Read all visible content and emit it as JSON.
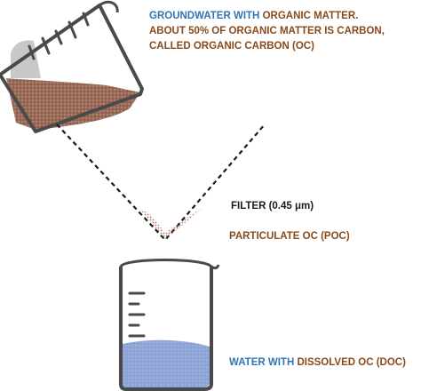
{
  "title_block": {
    "line1_part1": "GROUNDWATER WITH",
    "line1_part2": "ORGANIC MATTER.",
    "line2": "ABOUT 50% OF ORGANIC MATTER IS CARBON,",
    "line3": "CALLED ORGANIC CARBON (OC)"
  },
  "filter_label": "FILTER (0.45 μm)",
  "poc_label": "PARTICULATE OC (POC)",
  "bottom_label": {
    "part1": "WATER WITH",
    "part2": "DISSOLVED OC (DOC)"
  },
  "colors": {
    "blue_text": "#2e75b6",
    "brown_text": "#8a4b1c",
    "sediment": "#9a6a58",
    "water": "#8fa6d6",
    "glass_outline": "#4a4a4a"
  },
  "icons": [
    "tilted-beaker-icon",
    "filter-funnel-icon",
    "beaker-icon"
  ]
}
